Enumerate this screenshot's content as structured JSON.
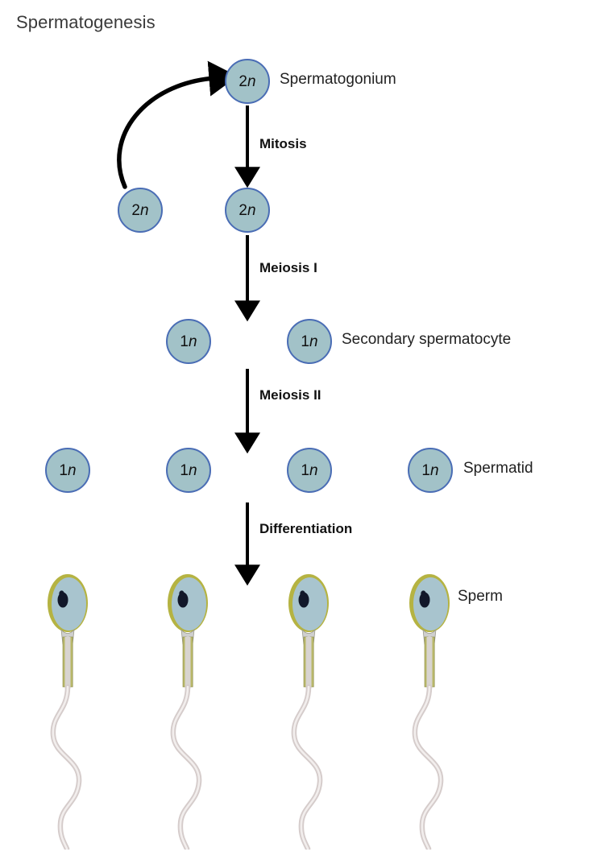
{
  "title": "Spermatogenesis",
  "colors": {
    "cell_fill": "#a2c2c8",
    "cell_border": "#4a6db5",
    "arrow": "#000000",
    "title_text": "#3a3a3a",
    "sperm_acrosome": "#b5b342",
    "sperm_head_fill": "#a8c4ce",
    "sperm_nucleus": "#12182a",
    "sperm_tail": "#c9bfbf",
    "background": "#ffffff"
  },
  "stages": [
    {
      "name": "mitosis",
      "label": "Mitosis"
    },
    {
      "name": "meiosis-i",
      "label": "Meiosis I"
    },
    {
      "name": "meiosis-ii",
      "label": "Meiosis II"
    },
    {
      "name": "differentiation",
      "label": "Differentiation"
    }
  ],
  "cells": {
    "spermatogonium_top": {
      "ploidy": "2",
      "n": "n"
    },
    "spermatogonium_renewed": {
      "ploidy": "2",
      "n": "n"
    },
    "primary_spermatocyte": {
      "ploidy": "2",
      "n": "n"
    },
    "secondary_left": {
      "ploidy": "1",
      "n": "n"
    },
    "secondary_right": {
      "ploidy": "1",
      "n": "n"
    },
    "spermatid_1": {
      "ploidy": "1",
      "n": "n"
    },
    "spermatid_2": {
      "ploidy": "1",
      "n": "n"
    },
    "spermatid_3": {
      "ploidy": "1",
      "n": "n"
    },
    "spermatid_4": {
      "ploidy": "1",
      "n": "n"
    }
  },
  "labels": {
    "spermatogonium": "Spermatogonium",
    "secondary_spermatocyte": "Secondary spermatocyte",
    "spermatid": "Spermatid",
    "sperm": "Sperm"
  },
  "icons": {
    "curved_arrow": "curved-arrow-icon",
    "down_arrow": "down-arrow-icon",
    "sperm": "sperm-icon"
  }
}
